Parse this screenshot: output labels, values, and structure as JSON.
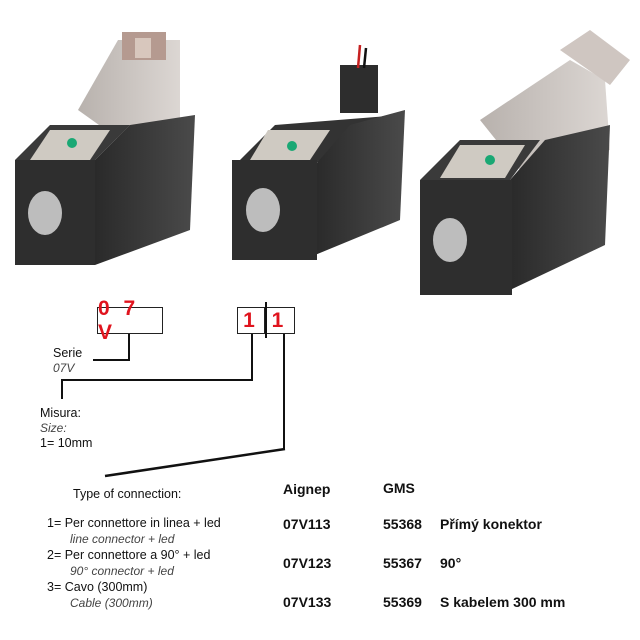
{
  "code_boxes": {
    "series": "0 7 V",
    "size_digit": "1",
    "connection_digit": "1"
  },
  "serie": {
    "label": "Serie",
    "value": "07V"
  },
  "misura": {
    "label": "Misura:",
    "label_en": "Size:",
    "value": "1= 10mm"
  },
  "connection": {
    "title": "Type of connection:",
    "col_aignep": "Aignep",
    "col_gms": "GMS",
    "rows": [
      {
        "label": "1= Per connettore in linea + led",
        "label_en": "line connector + led",
        "aignep": "07V113",
        "gms": "55368",
        "desc": "Přímý konektor"
      },
      {
        "label": "2= Per connettore a 90° + led",
        "label_en": "90° connector + led",
        "aignep": "07V123",
        "gms": "55367",
        "desc": "90°"
      },
      {
        "label": "3= Cavo (300mm)",
        "label_en": "Cable (300mm)",
        "aignep": "07V133",
        "gms": "55369",
        "desc": "S kabelem 300 mm"
      }
    ]
  }
}
